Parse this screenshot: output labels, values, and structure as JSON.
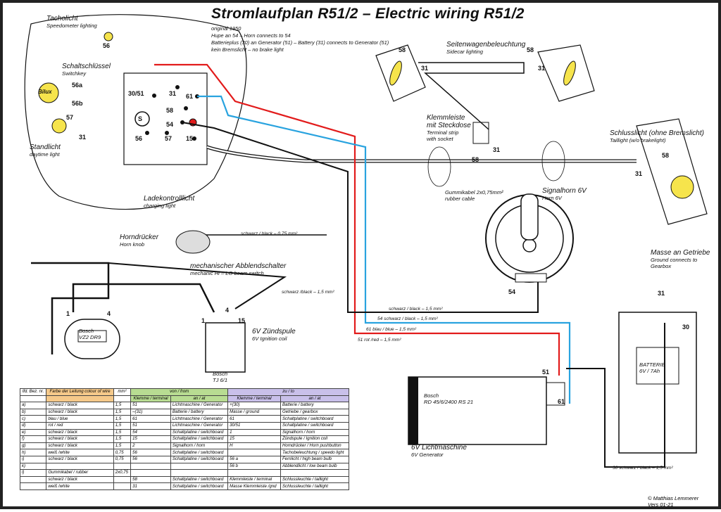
{
  "title": "Stromlaufplan R51/2   –   Electric wiring R51/2",
  "notes": [
    "original 1950",
    "Hupe an 54 – Horn connects to 54",
    "Batterieplus (30) an Generator (51) – Battery (31) connects to Generator (51)",
    "kein Bremslicht – no brake light"
  ],
  "labels": {
    "tacho": {
      "de": "Tacholicht",
      "en": "Speedometer lighting"
    },
    "switchkey": {
      "de": "Schaltschlüssel",
      "en": "Switchkey"
    },
    "bilux": "Bilux",
    "standlicht": {
      "de": "Standlicht",
      "en": "daytime light"
    },
    "charging": {
      "de": "Ladekontrolllicht",
      "en": "charging light"
    },
    "hornknob": {
      "de": "Horndrücker",
      "en": "Horn knob"
    },
    "beam": {
      "de": "mechanischer Abblendschalter",
      "en": "mechanic Hi – LO beam switch"
    },
    "sidecar": {
      "de": "Seitenwagenbeleuchtung",
      "en": "Sidecar lighting"
    },
    "terminal": {
      "de1": "Klemmleiste",
      "de2": "mit Steckdose",
      "en1": "Terminal strip",
      "en2": "with socket"
    },
    "tail": {
      "de": "Schlusslicht (ohne Bremslicht)",
      "en": "Taillight (w/o brakelight)"
    },
    "rubber": {
      "de": "Gummikabel 2x0,75mm²",
      "en": "rubber cable"
    },
    "horn": {
      "de": "Signalhorn 6V",
      "en": "Horn 6V"
    },
    "ground": {
      "de": "Masse an Getriebe",
      "en1": "Ground connects to",
      "en2": "Gearbox"
    },
    "coil": {
      "de": "6V Zündspule",
      "en": "6V Ignition coil"
    },
    "gen": {
      "de": "6V Lichtmaschine",
      "en": "6V Generator"
    },
    "gen_model": {
      "l1": "Bosch",
      "l2": "RD 45/6/2400 RS 21"
    },
    "dist": {
      "l1": "Bosch",
      "l2": "VZ2 DR9"
    },
    "coil_model": {
      "l1": "Bosch",
      "l2": "TJ 6/1"
    },
    "battery": {
      "l1": "BATTERIE",
      "l2": "6V / 7Ah"
    }
  },
  "wires": [
    "schwarz / black – 0,75 mm²",
    "schwarz /black – 1,5 mm²",
    "schwarz / black – 1,5 mm²",
    "54 schwarz / black – 1,5 mm²",
    "61 blau / blue – 1,5 mm²",
    "51 rot /red – 1,5 mm²",
    "30 schwarz / black – 1,5 mm²"
  ],
  "terms": {
    "t3051": "30/51",
    "t31": "31",
    "t61": "61",
    "t58": "58",
    "t54": "54",
    "t56": "56",
    "t57": "57",
    "t15": "15",
    "ts": "S",
    "t56a": "56a",
    "t56b": "56b",
    "t51": "51",
    "t30": "30",
    "t1": "1",
    "t4": "4"
  },
  "table": {
    "h": {
      "nr": "lfd. Bez. nr.",
      "colour": "Farbe der Leitung colour of wire",
      "mm": "mm²",
      "from": "von / from",
      "to": "zu / to",
      "klemme": "Klemme / terminal",
      "anat": "an / at"
    },
    "rows": [
      [
        "a)",
        "schwarz / black",
        "1,5",
        "51",
        "Lichtmaschine / Generator",
        "+(30)",
        "Batterie / battery"
      ],
      [
        "b)",
        "schwarz / black",
        "1,5",
        "–(31)",
        "Batterie / battery",
        "Masse / ground",
        "Getriebe / gearbox"
      ],
      [
        "c)",
        "blau / blue",
        "1,5",
        "61",
        "Lichtmaschine / Generator",
        "61",
        "Schaltplatine / switchboard"
      ],
      [
        "d)",
        "rot / red",
        "1,5",
        "51",
        "Lichtmaschine / Generator",
        "30/51",
        "Schaltplatine / switchboard"
      ],
      [
        "e)",
        "schwarz / black",
        "1,5",
        "54",
        "Schaltplatine / switchboard",
        "1",
        "Signalhorn / horn"
      ],
      [
        "f)",
        "schwarz / black",
        "1,5",
        "15",
        "Schaltplatine / switchboard",
        "15",
        "Zündspule / Ignition coil"
      ],
      [
        "g)",
        "schwarz / black",
        "1,5",
        "2",
        "Signalhorn / horn",
        "H",
        "Horndrücker / Horn pushbutton"
      ],
      [
        "h)",
        "weiß /white",
        "0,75",
        "56",
        "Schaltplatine / switchboard",
        "",
        "Tachobeleuchtung / speedo light"
      ],
      [
        "i)",
        "schwarz / black",
        "0,75",
        "56",
        "Schaltplatine / switchboard",
        "56 a",
        "Fernlicht / high beam bulb"
      ],
      [
        "k)",
        "",
        "",
        "",
        "",
        "56 b",
        "Abblendlicht / low beam bulb"
      ],
      [
        "l)",
        "Gummikabel / rubber",
        "2x0,75",
        "",
        "",
        "",
        ""
      ],
      [
        "",
        "schwarz / black",
        "",
        "58",
        "Schaltplatine / switchboard",
        "Klemmleiste / terminal",
        "Schlussleuchte / taillight"
      ],
      [
        "",
        "weiß /white",
        "",
        "31",
        "Schaltplatine / switchboard",
        "Masse Klemmleiste /gnd",
        "Schlussleuchte / taillight"
      ]
    ]
  },
  "copyright": [
    "© Matthias Lemmerer",
    "Vers 01-21"
  ]
}
